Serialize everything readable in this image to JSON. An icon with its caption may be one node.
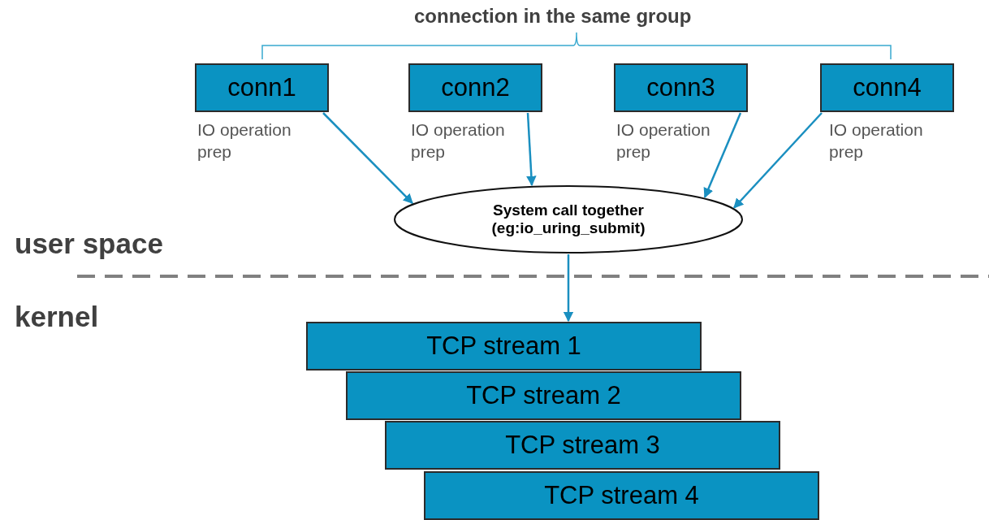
{
  "diagram": {
    "nodes": [
      {
        "text": [
          "conn1"
        ],
        "beside": [
          "IO operation prep"
        ]
      },
      {
        "text": [
          "conn2"
        ],
        "beside": [
          "IO operation prep"
        ]
      },
      {
        "text": [
          "conn3"
        ],
        "beside": [
          "IO operation prep"
        ]
      },
      {
        "text": [
          "conn4"
        ],
        "beside": [
          "IO operation prep"
        ]
      },
      {
        "text": [
          "System call together (eg:io_uring_submit)"
        ]
      },
      {
        "text": [
          "TCP stream 1"
        ]
      },
      {
        "text": [
          "TCP stream 2"
        ]
      },
      {
        "text": [
          "TCP stream 3"
        ]
      },
      {
        "text": [
          "TCP stream 4"
        ]
      }
    ],
    "edges": [
      {
        "from": 0,
        "to": 4,
        "arrow": "to"
      },
      {
        "from": 1,
        "to": 4,
        "arrow": "to"
      },
      {
        "from": 2,
        "to": 4,
        "arrow": "to"
      },
      {
        "from": 3,
        "to": 4,
        "arrow": "to"
      },
      {
        "from": 4,
        "to": 5,
        "arrow": "to"
      }
    ],
    "labels": [
      "connection in the same group",
      "user space",
      "kernel"
    ]
  }
}
